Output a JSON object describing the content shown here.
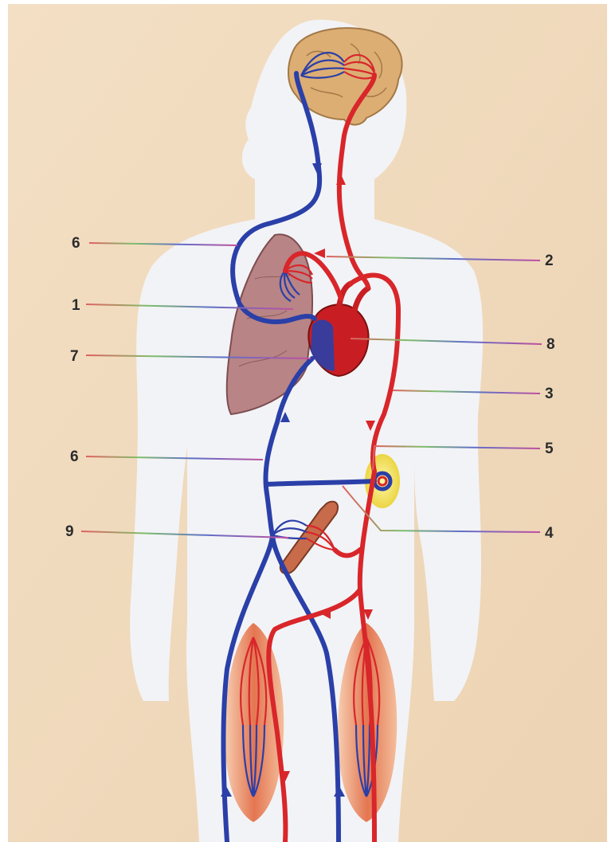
{
  "labels": {
    "l6a": "6",
    "l2": "2",
    "l1": "1",
    "l8": "8",
    "l7": "7",
    "l3": "3",
    "l6b": "6",
    "l5": "5",
    "l9": "9",
    "l4": "4"
  },
  "colors": {
    "background": "#f1dcc0",
    "body": "#f2f3f6",
    "vein": "#2a3fa8",
    "artery": "#d8262a",
    "lung": "#b98585",
    "brain": "#d9a96a"
  }
}
